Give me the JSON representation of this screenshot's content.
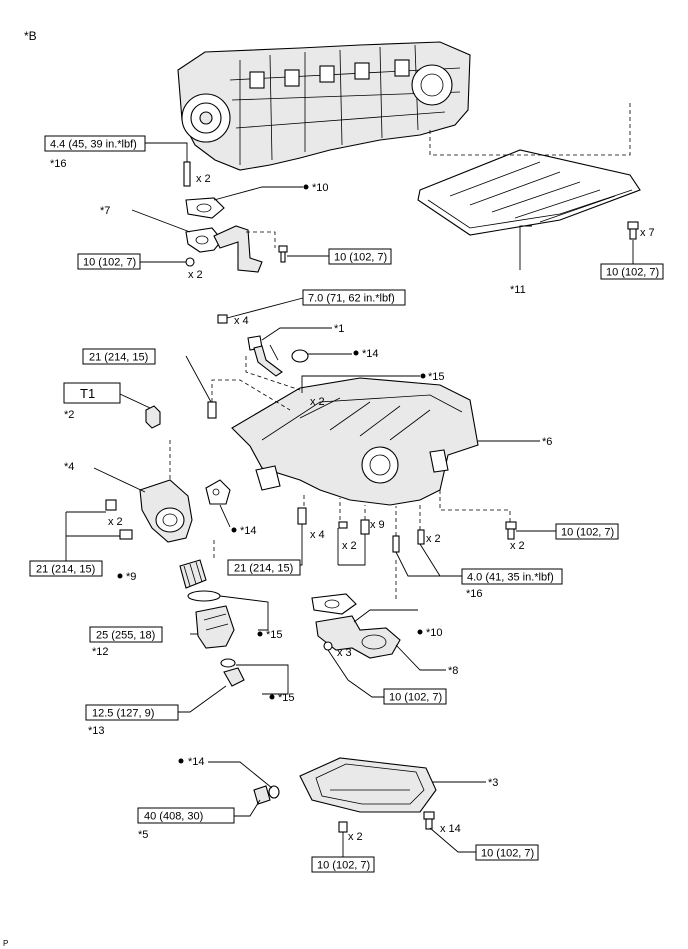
{
  "view_label": "*B",
  "footer_mark": "P",
  "tool_label": "T1",
  "torque_boxes": [
    {
      "id": "t1",
      "text": "4.4 (45, 39 in.*lbf)"
    },
    {
      "id": "t2",
      "text": "10 (102, 7)"
    },
    {
      "id": "t3",
      "text": "10 (102, 7)"
    },
    {
      "id": "t4",
      "text": "10 (102, 7)"
    },
    {
      "id": "t5",
      "text": "7.0 (71, 62 in.*lbf)"
    },
    {
      "id": "t6",
      "text": "21 (214, 15)"
    },
    {
      "id": "t7",
      "text": "21 (214, 15)"
    },
    {
      "id": "t8",
      "text": "21 (214, 15)"
    },
    {
      "id": "t9",
      "text": "10 (102, 7)"
    },
    {
      "id": "t10",
      "text": "4.0 (41, 35 in.*lbf)"
    },
    {
      "id": "t11",
      "text": "25 (255, 18)"
    },
    {
      "id": "t12",
      "text": "10 (102, 7)"
    },
    {
      "id": "t13",
      "text": "12.5 (127, 9)"
    },
    {
      "id": "t14",
      "text": "40 (408, 30)"
    },
    {
      "id": "t15",
      "text": "10 (102, 7)"
    },
    {
      "id": "t16",
      "text": "10 (102, 7)"
    }
  ],
  "callouts": [
    {
      "id": "c16a",
      "text": "*16"
    },
    {
      "id": "c10a",
      "text": "*10"
    },
    {
      "id": "c7",
      "text": "*7"
    },
    {
      "id": "c11",
      "text": "*11"
    },
    {
      "id": "c1",
      "text": "*1"
    },
    {
      "id": "c14a",
      "text": "*14"
    },
    {
      "id": "c15a",
      "text": "*15"
    },
    {
      "id": "c2",
      "text": "*2"
    },
    {
      "id": "c6",
      "text": "*6"
    },
    {
      "id": "c4",
      "text": "*4"
    },
    {
      "id": "c14b",
      "text": "*14"
    },
    {
      "id": "c9",
      "text": "*9"
    },
    {
      "id": "c16b",
      "text": "*16"
    },
    {
      "id": "c15b",
      "text": "*15"
    },
    {
      "id": "c10b",
      "text": "*10"
    },
    {
      "id": "c12",
      "text": "*12"
    },
    {
      "id": "c8",
      "text": "*8"
    },
    {
      "id": "c15c",
      "text": "*15"
    },
    {
      "id": "c13",
      "text": "*13"
    },
    {
      "id": "c14c",
      "text": "*14"
    },
    {
      "id": "c3",
      "text": "*3"
    },
    {
      "id": "c5",
      "text": "*5"
    }
  ],
  "quantities": [
    {
      "id": "q1",
      "text": "x 2"
    },
    {
      "id": "q2",
      "text": "x 2"
    },
    {
      "id": "q3",
      "text": "x 7"
    },
    {
      "id": "q4",
      "text": "x 4"
    },
    {
      "id": "q5",
      "text": "x 2"
    },
    {
      "id": "q6",
      "text": "x 2"
    },
    {
      "id": "q7",
      "text": "x 4"
    },
    {
      "id": "q8",
      "text": "x 2"
    },
    {
      "id": "q9",
      "text": "x 9"
    },
    {
      "id": "q10",
      "text": "x 2"
    },
    {
      "id": "q11",
      "text": "x 2"
    },
    {
      "id": "q12",
      "text": "x 3"
    },
    {
      "id": "q13",
      "text": "x 2"
    },
    {
      "id": "q14",
      "text": "x 14"
    }
  ]
}
